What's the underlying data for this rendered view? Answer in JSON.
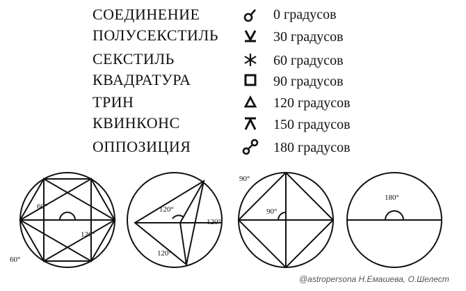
{
  "aspects": [
    {
      "name": "СОЕДИНЕНИЕ",
      "glyph": "conjunction-icon",
      "degrees": "0 градусов"
    },
    {
      "name": "ПОЛУСЕКСТИЛЬ",
      "glyph": "semisextile-icon",
      "degrees": "30 градусов"
    },
    {
      "name": "СЕКСТИЛЬ",
      "glyph": "sextile-icon",
      "degrees": "60 градусов"
    },
    {
      "name": "КВАДРАТУРА",
      "glyph": "square-icon",
      "degrees": "90 градусов"
    },
    {
      "name": "ТРИН",
      "glyph": "trine-icon",
      "degrees": "120 градусов"
    },
    {
      "name": "КВИНКОНС",
      "glyph": "quincunx-icon",
      "degrees": "150 градусов"
    },
    {
      "name": "ОППОЗИЦИЯ",
      "glyph": "opposition-icon",
      "degrees": "180 градусов"
    }
  ],
  "diagrams": {
    "hexagram_labels": [
      "60°",
      "120°",
      "60°"
    ],
    "trine_labels": [
      "120°",
      "120°",
      "120°"
    ],
    "square_labels": [
      "90°",
      "90°"
    ],
    "opposition_labels": [
      "180°"
    ]
  },
  "credit": "@astropersona Н.Емашева, О.Шелест"
}
